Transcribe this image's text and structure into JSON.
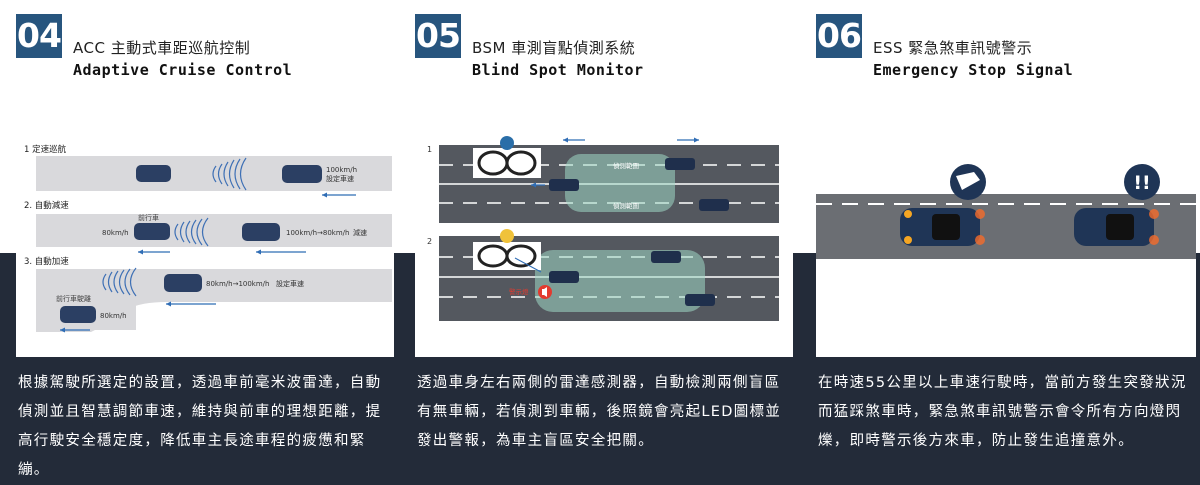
{
  "features": [
    {
      "number": "04",
      "title": "ACC 主動式車距巡航控制",
      "subtitle": "Adaptive Cruise Control",
      "figure": {
        "rows": [
          "1 定速巡航",
          "2. 自動減速",
          "3. 自動加速"
        ],
        "labels": {
          "cruise_speed": "100km/h",
          "cruise_set": "設定車速",
          "front_car": "前行車",
          "speed_80": "80km/h",
          "decel": "100km/h→80km/h",
          "decel_word": "減速",
          "accel": "80km/h→100km/h",
          "accel_set": "設定車速",
          "front_car_leaving": "前行車駛離",
          "speed_80b": "80km/h"
        }
      },
      "description": "根據駕駛所選定的設置，透過車前毫米波雷達，自動偵測並且智慧調節車速，維持與前車的理想距離，提高行駛安全穩定度，降低車主長途車程的疲憊和緊繃。"
    },
    {
      "number": "05",
      "title": "BSM 車測盲點偵測系統",
      "subtitle": "Blind Spot Monitor",
      "figure": {
        "rows": [
          "1",
          "2"
        ],
        "labels": {
          "detect_range_1": "偵測範圍",
          "detect_range_2": "偵測範圍",
          "alert": "警示燈"
        }
      },
      "description": "透過車身左右兩側的雷達感測器，自動檢測兩側盲區有無車輛，若偵測到車輛，後照鏡會亮起LED圖標並發出警報，為車主盲區安全把關。"
    },
    {
      "number": "06",
      "title": "ESS 緊急煞車訊號警示",
      "subtitle": "Emergency Stop Signal",
      "figure": {
        "warning_symbol": "!!"
      },
      "description": "在時速55公里以上車速行駛時，當前方發生突發狀況而猛踩煞車時，緊急煞車訊號警示會令所有方向燈閃爍，即時警示後方來車，防止發生追撞意外。"
    }
  ],
  "colors": {
    "badge": "#27557e",
    "band": "#232b39",
    "road": "#d9d9dc",
    "arrow": "#2f6db5",
    "sensor": "#9fd8c4"
  }
}
